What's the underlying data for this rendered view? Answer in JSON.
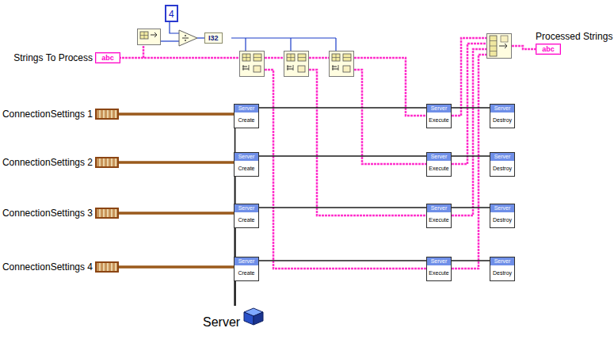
{
  "diagram": {
    "nodes": [
      {
        "text": [
          "Strings To Process",
          "abc"
        ]
      },
      {
        "text": [
          "4"
        ]
      },
      {
        "text": [
          "I32"
        ]
      },
      {
        "text": [
          "Processed Strings",
          "abc"
        ]
      },
      {
        "text": [
          "ConnectionSettings 1"
        ]
      },
      {
        "text": [
          "ConnectionSettings 2"
        ]
      },
      {
        "text": [
          "ConnectionSettings 3"
        ]
      },
      {
        "text": [
          "ConnectionSettings 4"
        ]
      },
      {
        "text": [
          "Server",
          "Create"
        ]
      },
      {
        "text": [
          "Server",
          "Create"
        ]
      },
      {
        "text": [
          "Server",
          "Create"
        ]
      },
      {
        "text": [
          "Server",
          "Create"
        ]
      },
      {
        "text": [
          "Server",
          "Execute"
        ]
      },
      {
        "text": [
          "Server",
          "Execute"
        ]
      },
      {
        "text": [
          "Server",
          "Execute"
        ]
      },
      {
        "text": [
          "Server",
          "Execute"
        ]
      },
      {
        "text": [
          "Server",
          "Destroy"
        ]
      },
      {
        "text": [
          "Server",
          "Destroy"
        ]
      },
      {
        "text": [
          "Server",
          "Destroy"
        ]
      },
      {
        "text": [
          "Server",
          "Destroy"
        ]
      },
      {
        "text": [
          "Server"
        ]
      }
    ],
    "edges": [
      {
        "from": 4,
        "to": 8,
        "arrow": "none"
      },
      {
        "from": 5,
        "to": 9,
        "arrow": "none"
      },
      {
        "from": 6,
        "to": 10,
        "arrow": "none"
      },
      {
        "from": 7,
        "to": 11,
        "arrow": "none"
      },
      {
        "from": 20,
        "to": 8,
        "arrow": "none"
      },
      {
        "from": 20,
        "to": 9,
        "arrow": "none"
      },
      {
        "from": 20,
        "to": 10,
        "arrow": "none"
      },
      {
        "from": 20,
        "to": 11,
        "arrow": "none"
      },
      {
        "from": 8,
        "to": 12,
        "arrow": "none"
      },
      {
        "from": 9,
        "to": 13,
        "arrow": "none"
      },
      {
        "from": 10,
        "to": 14,
        "arrow": "none"
      },
      {
        "from": 11,
        "to": 15,
        "arrow": "none"
      },
      {
        "from": 12,
        "to": 16,
        "arrow": "none"
      },
      {
        "from": 13,
        "to": 17,
        "arrow": "none"
      },
      {
        "from": 14,
        "to": 18,
        "arrow": "none"
      },
      {
        "from": 15,
        "to": 19,
        "arrow": "none"
      }
    ]
  }
}
